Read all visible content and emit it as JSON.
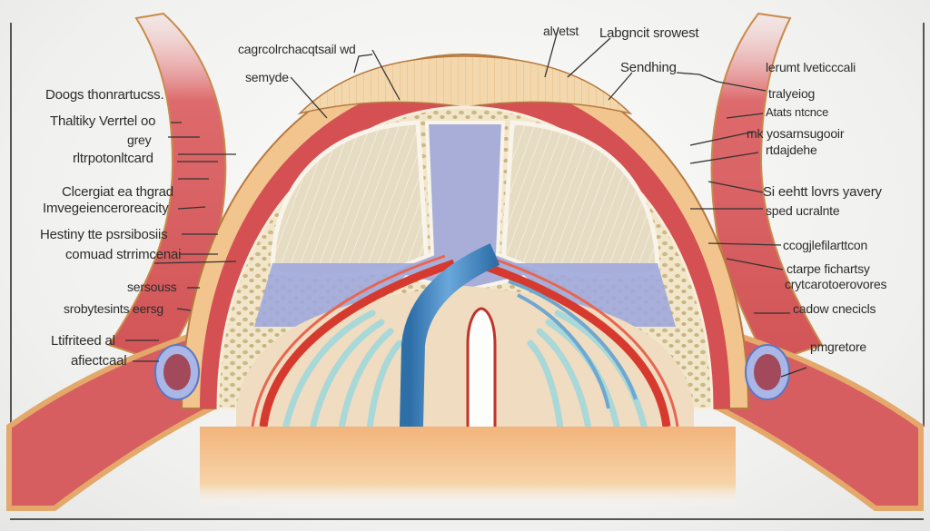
{
  "diagram": {
    "type": "anatomical-illustration",
    "colors": {
      "background": "#f2f2f0",
      "muscle": "#d9585a",
      "muscle_light": "#e9989a",
      "tendon": "#f2c48e",
      "bone_spongy": "#efe3c6",
      "bone_pore": "#c9b68a",
      "fascia_cream": "#efd6a8",
      "vessel_blue": "#4f8fc6",
      "vessel_red": "#d63a2e",
      "cartilage_teal": "#a9d8d8",
      "membrane_lavender": "#9fa9db",
      "frame_line": "#555555",
      "label_text": "#2c2c2c"
    }
  },
  "labels": {
    "left": [
      {
        "id": "l1",
        "text": "Doogs thonrartucss."
      },
      {
        "id": "l2",
        "text": "Thaltiky Verrtel oo"
      },
      {
        "id": "l3",
        "text": "grey"
      },
      {
        "id": "l4",
        "text": "rltrpotonltcard"
      },
      {
        "id": "l5",
        "text": "Clcergiat ea thgrad"
      },
      {
        "id": "l6",
        "text": "Imvegeienceroreacity"
      },
      {
        "id": "l7",
        "text": "Hestiny tte psrsibosiis"
      },
      {
        "id": "l8",
        "text": "comuad strrimcenai"
      },
      {
        "id": "l9",
        "text": "sersouss"
      },
      {
        "id": "l10",
        "text": "srobytesints eersg"
      },
      {
        "id": "l11",
        "text": "Ltifriteed al"
      },
      {
        "id": "l12",
        "text": "afiectcaal"
      }
    ],
    "top": [
      {
        "id": "t1",
        "text": "cagrcolrchacqtsail wd"
      },
      {
        "id": "t2",
        "text": "semyde"
      },
      {
        "id": "t3",
        "text": "alvetst"
      },
      {
        "id": "t4",
        "text": "Labgncit srowest"
      },
      {
        "id": "t5",
        "text": "Sendhing"
      }
    ],
    "right": [
      {
        "id": "r1",
        "text": "lerumt lveticccali"
      },
      {
        "id": "r2",
        "text": "tralyeiog"
      },
      {
        "id": "r3",
        "text": "Atats ntcnce"
      },
      {
        "id": "r4",
        "text": "mk yosarnsugooir"
      },
      {
        "id": "r5",
        "text": "rtdajdehe"
      },
      {
        "id": "r6",
        "text": "Si eehtt lovrs yavery"
      },
      {
        "id": "r7",
        "text": "sped ucralnte"
      },
      {
        "id": "r8",
        "text": "ccogjlefilarttcon"
      },
      {
        "id": "r9",
        "text": "ctarpe fichartsy"
      },
      {
        "id": "r10",
        "text": "crytcarotoerovores"
      },
      {
        "id": "r11",
        "text": "cadow cnecicls"
      },
      {
        "id": "r12",
        "text": "pmgretore"
      }
    ]
  }
}
